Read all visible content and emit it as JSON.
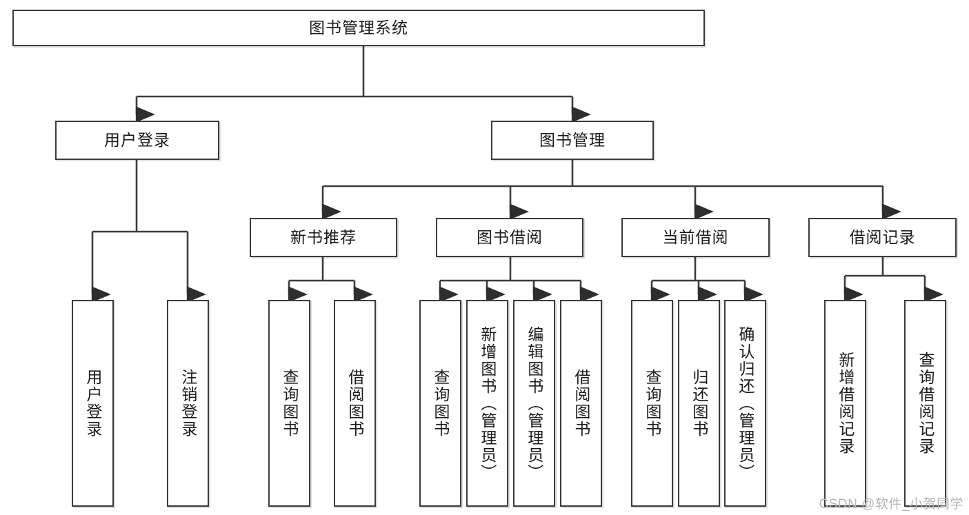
{
  "diagram": {
    "title_node": {
      "label": "图书管理系统"
    },
    "level2": [
      {
        "label": "用户登录"
      },
      {
        "label": "图书管理"
      }
    ],
    "level3": [
      {
        "label": "新书推荐"
      },
      {
        "label": "图书借阅"
      },
      {
        "label": "当前借阅"
      },
      {
        "label": "借阅记录"
      }
    ],
    "leaves": {
      "user_login": [
        {
          "label": "用户登录"
        },
        {
          "label": "注销登录"
        }
      ],
      "new_book": [
        {
          "label": "查询图书"
        },
        {
          "label": "借阅图书"
        }
      ],
      "book_borrow": [
        {
          "label": "查询图书"
        },
        {
          "label": "新增图书（管理员）"
        },
        {
          "label": "编辑图书（管理员）"
        },
        {
          "label": "借阅图书"
        }
      ],
      "current_borrow": [
        {
          "label": "查询图书"
        },
        {
          "label": "归还图书"
        },
        {
          "label": "确认归还（管理员）"
        }
      ],
      "borrow_record": [
        {
          "label": "新增借阅记录"
        },
        {
          "label": "查询借阅记录"
        }
      ]
    }
  },
  "watermark": {
    "text": "CSDN @软件_小贺同学"
  },
  "colors": {
    "border": "#3c3c3c",
    "background": "#ffffff",
    "text": "#1b1b1b",
    "watermark": "#b6b6b6"
  }
}
